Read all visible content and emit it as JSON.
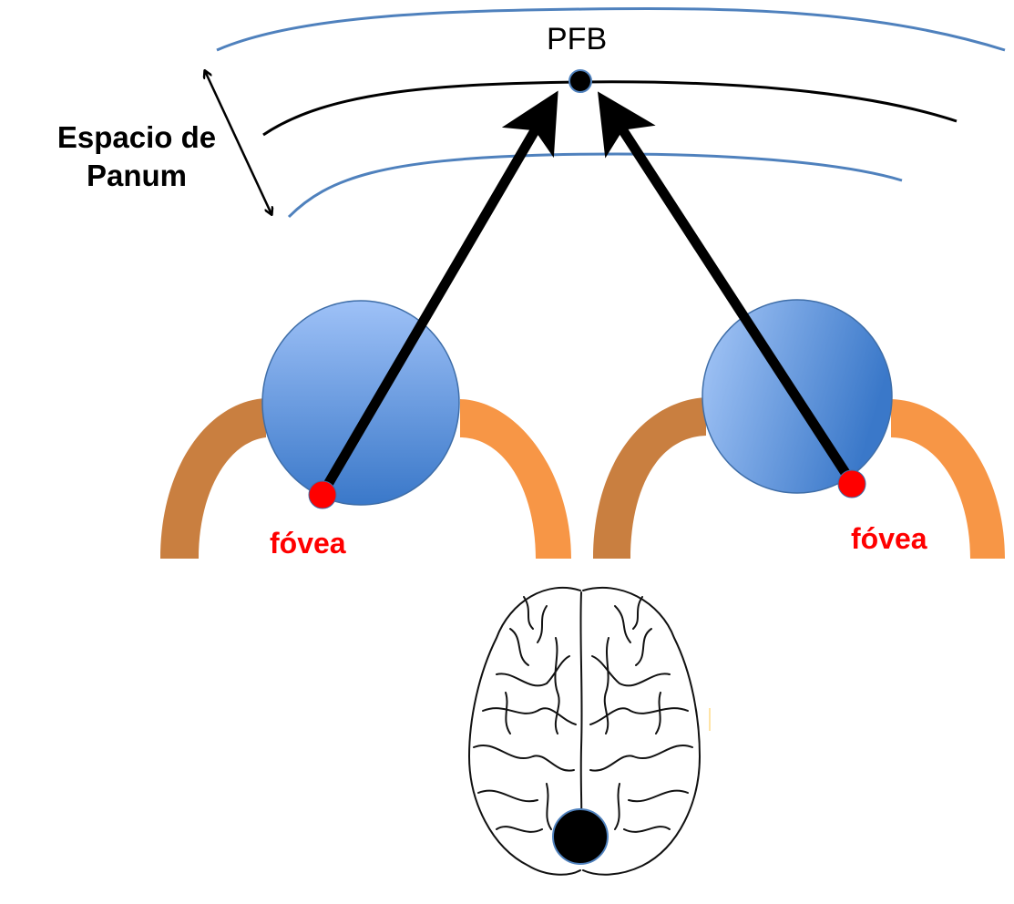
{
  "diagram": {
    "title_point_label": "PFB",
    "panum_label": "Espacio de Panum",
    "left_eye": {
      "fovea_label": "fóvea"
    },
    "right_eye": {
      "fovea_label": "fóvea"
    },
    "icons": {
      "brain": "brain-icon",
      "visual_cortex_marker": "black-circle",
      "fixation_point": "black-dot"
    },
    "colors": {
      "horopter_line": "#000000",
      "panum_boundary": "#4f81bd",
      "eyeball_light": "#9ec1f7",
      "eyeball_dark": "#3a78c9",
      "eye_outline": "#3f6ea8",
      "muscle_left": "#c97f40",
      "muscle_right": "#f79646",
      "fovea": "#ff0000",
      "fovea_text": "#ff0000"
    }
  }
}
